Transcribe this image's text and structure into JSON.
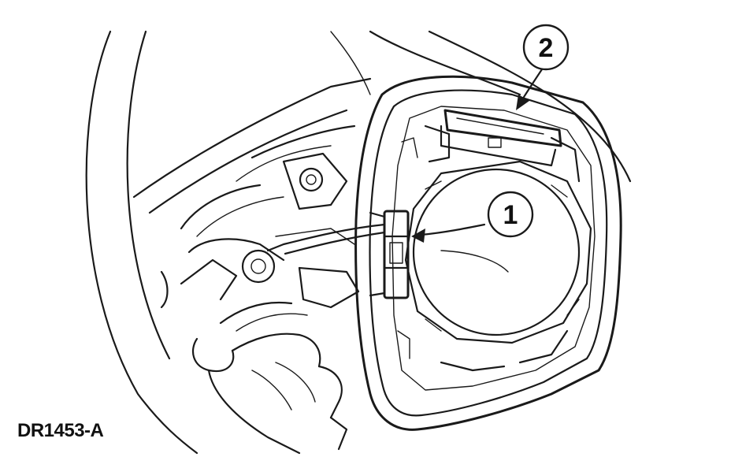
{
  "callouts": {
    "one": "1",
    "two": "2"
  },
  "figure_code": "DR1453-A",
  "icons": {
    "illustration": "steering-wheel-airbag-connector-illustration"
  },
  "colors": {
    "line": "#1a1a1a",
    "background": "#ffffff"
  }
}
